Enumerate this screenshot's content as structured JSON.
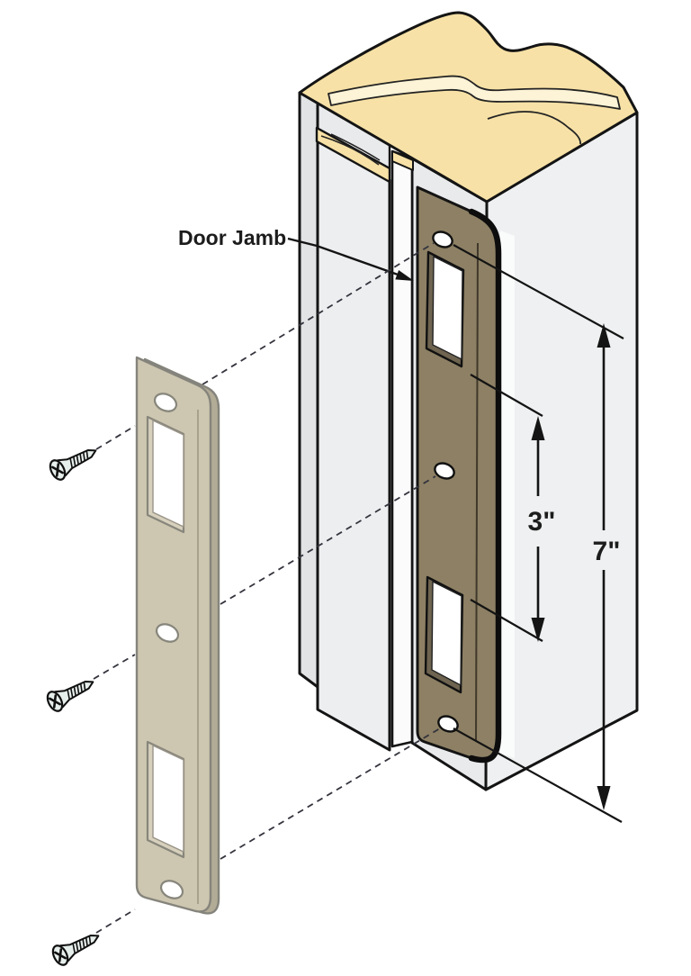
{
  "illustration": {
    "labels": {
      "door_jamb": "Door Jamb"
    },
    "dimensions": {
      "screw_hole_spacing": "3\"",
      "plate_length": "7\""
    },
    "parts": {
      "post": "door-jamb-post",
      "stop": "door-stop",
      "installed_plate": "security-strike-plate-installed",
      "loose_plate": "security-strike-plate",
      "fasteners": "phillips-wood-screws",
      "guides": "screw-alignment-dashed-lines"
    },
    "colors": {
      "wood_end_grain": "#f7e1a6",
      "wood_grain_band": "#fdf3d6",
      "jamb_face": "#e9eaec",
      "jamb_left_face": "#e2e3e5",
      "jamb_right_face": "#eef0f1",
      "stop_face": "#edeef0",
      "rebate_face": "#fbfbfc",
      "installed_plate": "#8d8064",
      "installed_plate_recess": "#6e6450",
      "loose_plate": "#cdc6b0",
      "loose_plate_edge": "#b2ab96",
      "loose_plate_recess": "#d6d0bc",
      "screw_metal": "#e7efed",
      "outline": "#141414"
    }
  }
}
